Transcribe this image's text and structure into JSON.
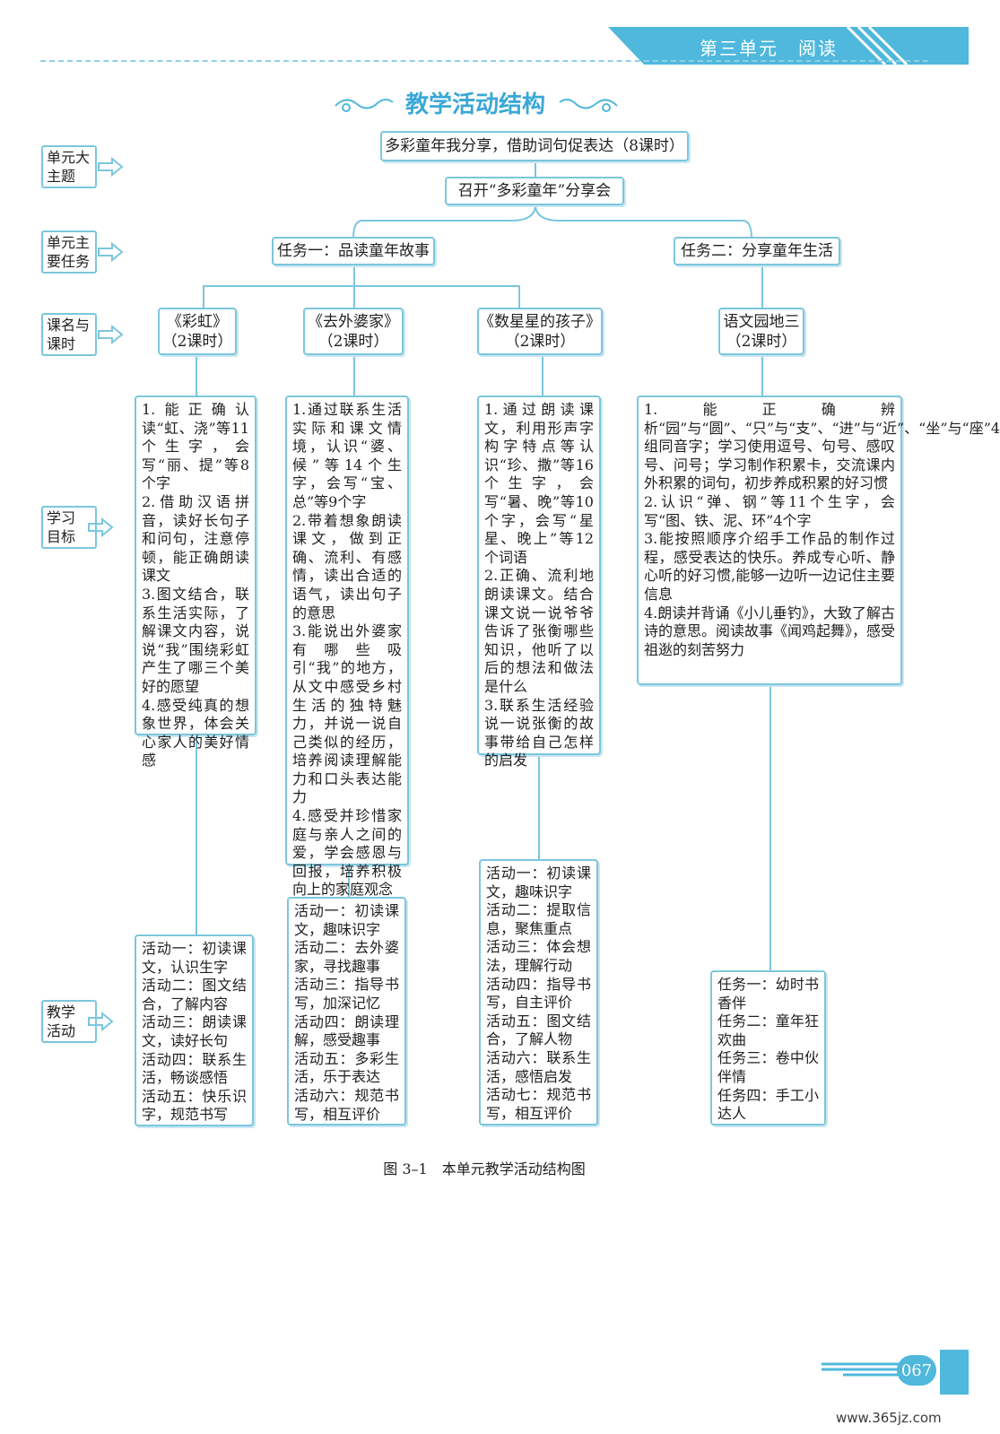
{
  "header": {
    "unit_title": "第三单元　阅读"
  },
  "section_title": "教学活动结构",
  "row_labels": {
    "theme": "单元大\n主题",
    "tasks": "单元主\n要任务",
    "lessons": "课名与\n课时",
    "goals": "学习\n目标",
    "activities": "教学\n活动"
  },
  "theme": {
    "main": "多彩童年我分享，借助词句促表达（8课时）",
    "event": "召开“多彩童年”分享会"
  },
  "tasks": {
    "task1": "任务一：品读童年故事",
    "task2": "任务二：分享童年生活"
  },
  "lessons": [
    {
      "name": "《彩虹》",
      "hours": "（2课时）"
    },
    {
      "name": "《去外婆家》",
      "hours": "（2课时）"
    },
    {
      "name": "《数星星的孩子》",
      "hours": "（2课时）"
    },
    {
      "name": "语文园地三",
      "hours": "（2课时）"
    }
  ],
  "goals": [
    "1.能正确认读“虹、浇”等11个生字，会写“丽、提”等8个字\n2.借助汉语拼音，读好长句子和问句，注意停顿，能正确朗读课文\n3.图文结合，联系生活实际，了解课文内容，说说“我”围绕彩虹产生了哪三个美好的愿望\n4.感受纯真的想象世界，体会关心家人的美好情感",
    "1.通过联系生活实际和课文情境，认识“婆、候”等14个生字，会写“宝、总”等9个字\n2.带着想象朗读课文，做到正确、流利、有感情，读出合适的语气，读出句子的意思\n3.能说出外婆家有哪些吸引“我”的地方，从文中感受乡村生活的独特魅力，并说一说自己类似的经历，培养阅读理解能力和口头表达能力\n4.感受并珍惜家庭与亲人之间的爱，学会感恩与回报，培养积极向上的家庭观念",
    "1.通过朗读课文，利用形声字构字特点等认识“珍、撒”等16个生字，会写“暑、晚”等10个字，会写“星星、晚上”等12个词语\n2.正确、流利地朗读课文。结合课文说一说爷爷告诉了张衡哪些知识，他听了以后的想法和做法是什么\n3.联系生活经验说一说张衡的故事带给自己怎样的启发",
    "1.能正确辨析“园”与“圆”、“只”与“支”、“进”与“近”、“坐”与“座”4组同音字；学习使用逗号、句号、感叹号、问号；学习制作积累卡，交流课内外积累的词句，初步养成积累的好习惯\n2.认识“弹、钢”等11个生字，会写“图、铁、泥、环”4个字\n3.能按照顺序介绍手工作品的制作过程，感受表达的快乐。养成专心听、静心听的好习惯,能够一边听一边记住主要信息\n4.朗读并背诵《小儿垂钓》，大致了解古诗的意思。阅读故事《闻鸡起舞》，感受祖逖的刻苦努力"
  ],
  "activities": [
    "活动一：初读课文，认识生字\n活动二：图文结合，了解内容\n活动三：朗读课文，读好长句\n活动四：联系生活，畅谈感悟\n活动五：快乐识字，规范书写",
    "活动一：初读课文，趣味识字\n活动二：去外婆家，寻找趣事\n活动三：指导书写，加深记忆\n活动四：朗读理解，感受趣事\n活动五：多彩生活，乐于表达\n活动六：规范书写，相互评价",
    "活动一：初读课文，趣味识字\n活动二：提取信息，聚焦重点\n活动三：体会想法，理解行动\n活动四：指导书写，自主评价\n活动五：图文结合，了解人物\n活动六：联系生活，感悟启发\n活动七：规范书写，相互评价",
    "任务一：幼时书香伴\n任务二：童年狂欢曲\n任务三：卷中伙伴情\n任务四：手工小达人"
  ],
  "caption": "图 3–1　本单元教学活动结构图",
  "page_number": "067",
  "watermark": "www.365jz.com"
}
